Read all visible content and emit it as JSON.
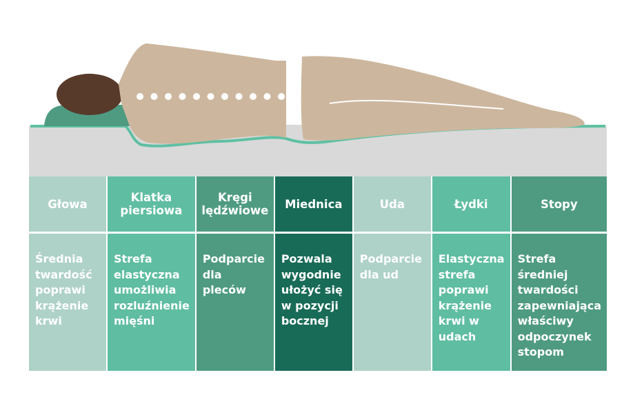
{
  "colors": {
    "mattress": "#d9d9d9",
    "mattress_edge": "#5ec0a2",
    "body": "#ccb79e",
    "head": "#583a2b",
    "pillow": "#4e9b82",
    "spine_dots": "#ffffff"
  },
  "zones": [
    {
      "title": "Głowa",
      "description": "Średnia twardość poprawi krążenie krwi",
      "color": "#aed2c8"
    },
    {
      "title": "Klatka piersiowa",
      "description": "Strefa elastyczna umożliwia rozluźnienie mięśni",
      "color": "#5fbda2"
    },
    {
      "title": "Kręgi lędźwiowe",
      "description": "Podparcie dla pleców",
      "color": "#4f9b82"
    },
    {
      "title": "Miednica",
      "description": "Pozwala wygodnie ułożyć się w pozycji bocznej",
      "color": "#186b57"
    },
    {
      "title": "Uda",
      "description": "Podparcie dla ud",
      "color": "#aed2c8"
    },
    {
      "title": "Łydki",
      "description": "Elastyczna strefa poprawi krążenie krwi w udach",
      "color": "#5fbda2"
    },
    {
      "title": "Stopy",
      "description": "Strefa średniej twardości zapewniająca właściwy odpoczynek stopom",
      "color": "#4f9b82"
    }
  ]
}
